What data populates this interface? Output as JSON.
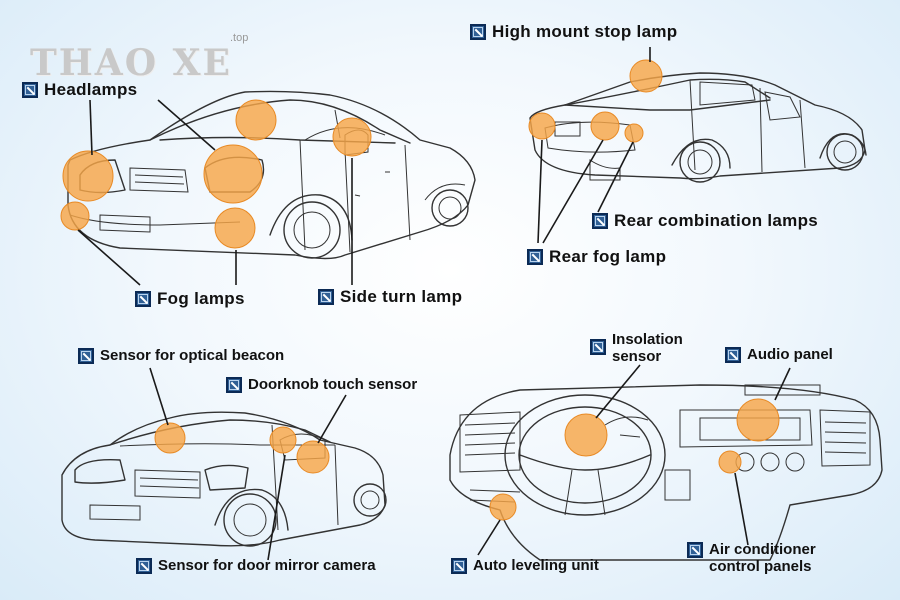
{
  "watermark": {
    "brand": "THAO XE",
    "suffix": ".top"
  },
  "labels": {
    "headlamps": "Headlamps",
    "fog_lamps": "Fog lamps",
    "side_turn_lamp": "Side turn lamp",
    "high_mount_stop_lamp": "High mount stop lamp",
    "rear_combination_lamps": "Rear combination lamps",
    "rear_fog_lamp": "Rear fog lamp",
    "sensor_optical_beacon": "Sensor for optical beacon",
    "doorknob_touch_sensor": "Doorknob touch sensor",
    "sensor_door_mirror_camera": "Sensor for door mirror camera",
    "insolation_sensor": [
      "Insolation",
      "sensor"
    ],
    "audio_panel": "Audio panel",
    "air_conditioner": [
      "Air conditioner",
      "control panels"
    ],
    "auto_leveling_unit": "Auto leveling unit"
  },
  "colors": {
    "highlight": "#f7a648",
    "icon": "#2f5f95",
    "background": "#e4f0fa"
  },
  "icons": {
    "label_marker": "arrow-box-icon"
  }
}
